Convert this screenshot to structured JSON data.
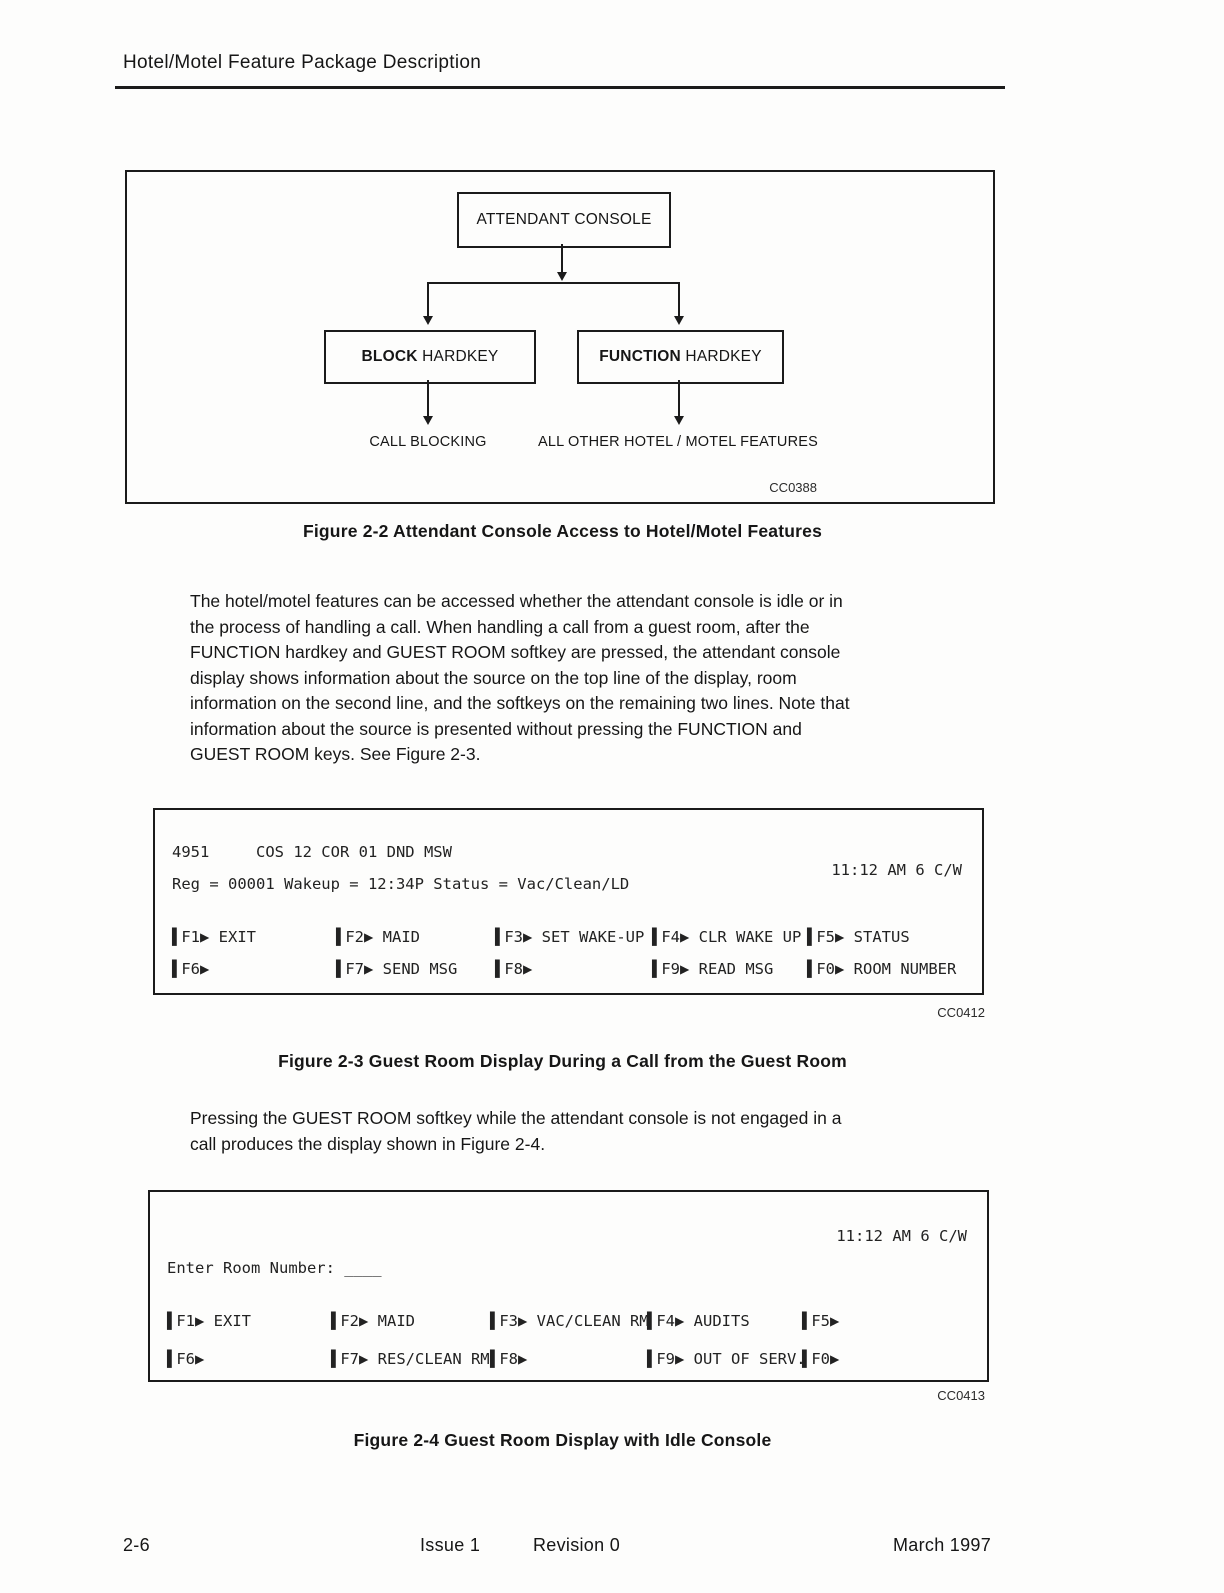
{
  "colors": {
    "ink": "#1b1b1b",
    "paper": "#fdfdfc"
  },
  "header": {
    "title": "Hotel/Motel Feature Package Description"
  },
  "figure22": {
    "nodes": {
      "attendant": "ATTENDANT CONSOLE",
      "block_bold": "BLOCK",
      "block_rest": " HARDKEY",
      "function_bold": "FUNCTION",
      "function_rest": " HARDKEY",
      "call_blocking": "CALL BLOCKING",
      "all_other": "ALL OTHER HOTEL / MOTEL FEATURES"
    },
    "code": "CC0388",
    "caption": "Figure 2-2  Attendant Console Access to Hotel/Motel Features"
  },
  "para1": {
    "lines": [
      "The hotel/motel features can be accessed whether the attendant console is idle or in",
      "the process of handling a call. When handling a call from a guest room, after the",
      "FUNCTION hardkey and GUEST ROOM softkey are pressed, the attendant console",
      "display shows information about the source on the top line of the display, room",
      "information on the second line, and the softkeys on the remaining two lines. Note that",
      "information about the source is presented without pressing the FUNCTION and",
      "GUEST ROOM keys. See Figure 2-3."
    ]
  },
  "figure23": {
    "line1_left": "4951     COS 12 COR 01 DND MSW",
    "line1_right": "11:12 AM 6 C/W",
    "line2": "Reg = 00001 Wakeup = 12:34P Status = Vac/Clean/LD",
    "softkeys_row1": [
      "▌F1▶ EXIT",
      "▌F2▶ MAID",
      "▌F3▶ SET WAKE-UP",
      "▌F4▶ CLR WAKE UP",
      "▌F5▶ STATUS"
    ],
    "softkeys_row2": [
      "▌F6▶",
      "▌F7▶ SEND MSG",
      "▌F8▶",
      "▌F9▶ READ MSG",
      "▌F0▶ ROOM NUMBER"
    ],
    "code": "CC0412",
    "caption": "Figure 2-3  Guest Room Display During a Call from the Guest Room"
  },
  "para2": {
    "lines": [
      "Pressing the GUEST ROOM softkey while the attendant console is not engaged in a",
      "call produces the display shown in Figure 2-4."
    ]
  },
  "figure24": {
    "line1_right": "11:12 AM 6 C/W",
    "line2": "Enter Room Number: ____",
    "softkeys_row1": [
      "▌F1▶ EXIT",
      "▌F2▶ MAID",
      "▌F3▶ VAC/CLEAN RM",
      "▌F4▶ AUDITS",
      "▌F5▶"
    ],
    "softkeys_row2": [
      "▌F6▶",
      "▌F7▶ RES/CLEAN RM",
      "▌F8▶",
      "▌F9▶ OUT OF SERV.",
      "▌F0▶"
    ],
    "code": "CC0413",
    "caption": "Figure 2-4  Guest Room Display with Idle Console"
  },
  "footer": {
    "page_number": "2-6",
    "issue": "Issue 1",
    "revision": "Revision 0",
    "date": "March 1997"
  }
}
